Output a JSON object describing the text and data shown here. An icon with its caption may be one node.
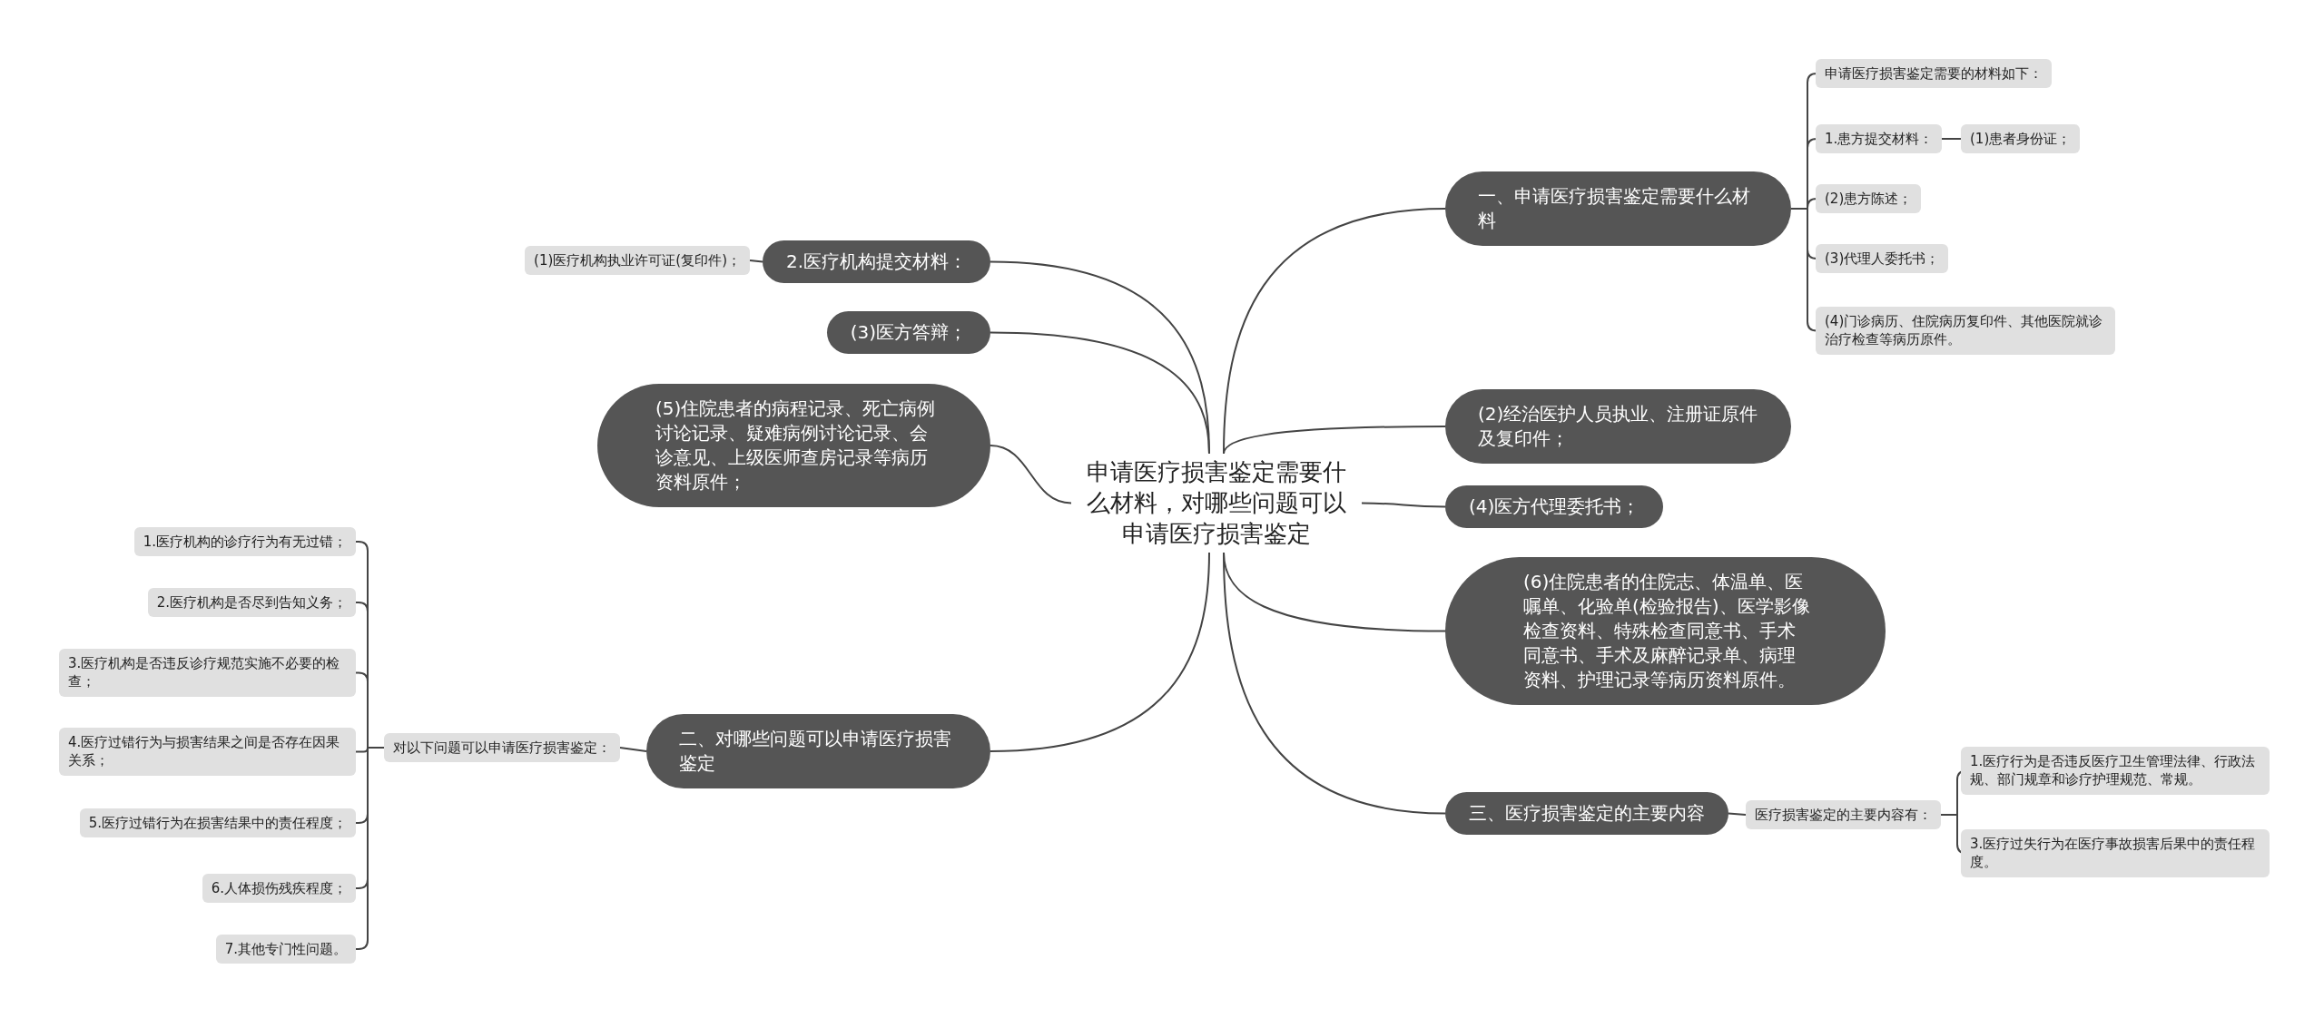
{
  "diagram": {
    "nodes": [
      {
        "text": [
          "申请医疗损害鉴定需要什么材料，对哪些问题可以申请医疗损害鉴定"
        ]
      },
      {
        "text": [
          "一、申请医疗损害鉴定需要什么材料"
        ]
      },
      {
        "text": [
          "申请医疗损害鉴定需要的材料如下："
        ]
      },
      {
        "text": [
          "1.患方提交材料："
        ]
      },
      {
        "text": [
          "(1)患者身份证；"
        ]
      },
      {
        "text": [
          "(2)患方陈述；"
        ]
      },
      {
        "text": [
          "(3)代理人委托书；"
        ]
      },
      {
        "text": [
          "(4)门诊病历、住院病历复印件、其他医院就诊治疗检查等病历原件。"
        ]
      },
      {
        "text": [
          "(2)经治医护人员执业、注册证原件及复印件；"
        ]
      },
      {
        "text": [
          "(4)医方代理委托书；"
        ]
      },
      {
        "text": [
          "(6)住院患者的住院志、体温单、医嘱单、化验单(检验报告)、医学影像检查资料、特殊检查同意书、手术同意书、手术及麻醉记录单、病理资料、护理记录等病历资料原件。"
        ]
      },
      {
        "text": [
          "三、医疗损害鉴定的主要内容"
        ]
      },
      {
        "text": [
          "医疗损害鉴定的主要内容有："
        ]
      },
      {
        "text": [
          "1.医疗行为是否违反医疗卫生管理法律、行政法规、部门规章和诊疗护理规范、常规。"
        ]
      },
      {
        "text": [
          "3.医疗过失行为在医疗事故损害后果中的责任程度。"
        ]
      },
      {
        "text": [
          "2.医疗机构提交材料："
        ]
      },
      {
        "text": [
          "(1)医疗机构执业许可证(复印件)；"
        ]
      },
      {
        "text": [
          "(3)医方答辩；"
        ]
      },
      {
        "text": [
          "(5)住院患者的病程记录、死亡病例讨论记录、疑难病例讨论记录、会诊意见、上级医师查房记录等病历资料原件；"
        ]
      },
      {
        "text": [
          "二、对哪些问题可以申请医疗损害鉴定"
        ]
      },
      {
        "text": [
          "对以下问题可以申请医疗损害鉴定："
        ]
      },
      {
        "text": [
          "1.医疗机构的诊疗行为有无过错；"
        ]
      },
      {
        "text": [
          "2.医疗机构是否尽到告知义务；"
        ]
      },
      {
        "text": [
          "3.医疗机构是否违反诊疗规范实施不必要的检查；"
        ]
      },
      {
        "text": [
          "4.医疗过错行为与损害结果之间是否存在因果关系；"
        ]
      },
      {
        "text": [
          "5.医疗过错行为在损害结果中的责任程度；"
        ]
      },
      {
        "text": [
          "6.人体损伤残疾程度；"
        ]
      },
      {
        "text": [
          "7.其他专门性问题。"
        ]
      }
    ],
    "edges": [
      {
        "from": 0,
        "to": 1,
        "arrow": "none"
      },
      {
        "from": 1,
        "to": 2,
        "arrow": "none"
      },
      {
        "from": 1,
        "to": 3,
        "arrow": "none"
      },
      {
        "from": 3,
        "to": 4,
        "arrow": "none"
      },
      {
        "from": 1,
        "to": 5,
        "arrow": "none"
      },
      {
        "from": 1,
        "to": 6,
        "arrow": "none"
      },
      {
        "from": 1,
        "to": 7,
        "arrow": "none"
      },
      {
        "from": 0,
        "to": 8,
        "arrow": "none"
      },
      {
        "from": 0,
        "to": 9,
        "arrow": "none"
      },
      {
        "from": 0,
        "to": 10,
        "arrow": "none"
      },
      {
        "from": 0,
        "to": 11,
        "arrow": "none"
      },
      {
        "from": 11,
        "to": 12,
        "arrow": "none"
      },
      {
        "from": 12,
        "to": 13,
        "arrow": "none"
      },
      {
        "from": 12,
        "to": 14,
        "arrow": "none"
      },
      {
        "from": 0,
        "to": 15,
        "arrow": "none"
      },
      {
        "from": 15,
        "to": 16,
        "arrow": "none"
      },
      {
        "from": 0,
        "to": 17,
        "arrow": "none"
      },
      {
        "from": 0,
        "to": 18,
        "arrow": "none"
      },
      {
        "from": 0,
        "to": 19,
        "arrow": "none"
      },
      {
        "from": 19,
        "to": 20,
        "arrow": "none"
      },
      {
        "from": 20,
        "to": 21,
        "arrow": "none"
      },
      {
        "from": 20,
        "to": 22,
        "arrow": "none"
      },
      {
        "from": 20,
        "to": 23,
        "arrow": "none"
      },
      {
        "from": 20,
        "to": 24,
        "arrow": "none"
      },
      {
        "from": 20,
        "to": 25,
        "arrow": "none"
      },
      {
        "from": 20,
        "to": 26,
        "arrow": "none"
      },
      {
        "from": 20,
        "to": 27,
        "arrow": "none"
      }
    ]
  }
}
